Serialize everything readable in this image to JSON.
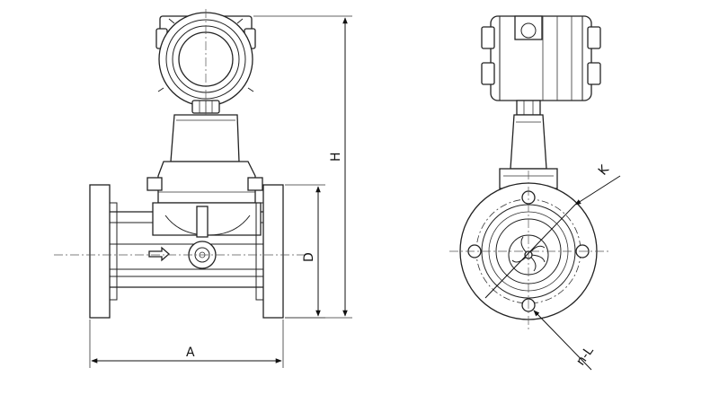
{
  "diagram": {
    "dimension_labels": {
      "overall_length": "A",
      "height": "H",
      "flange_diameter": "D",
      "bolt_circle": "K",
      "bolt_holes": "n-L"
    }
  }
}
